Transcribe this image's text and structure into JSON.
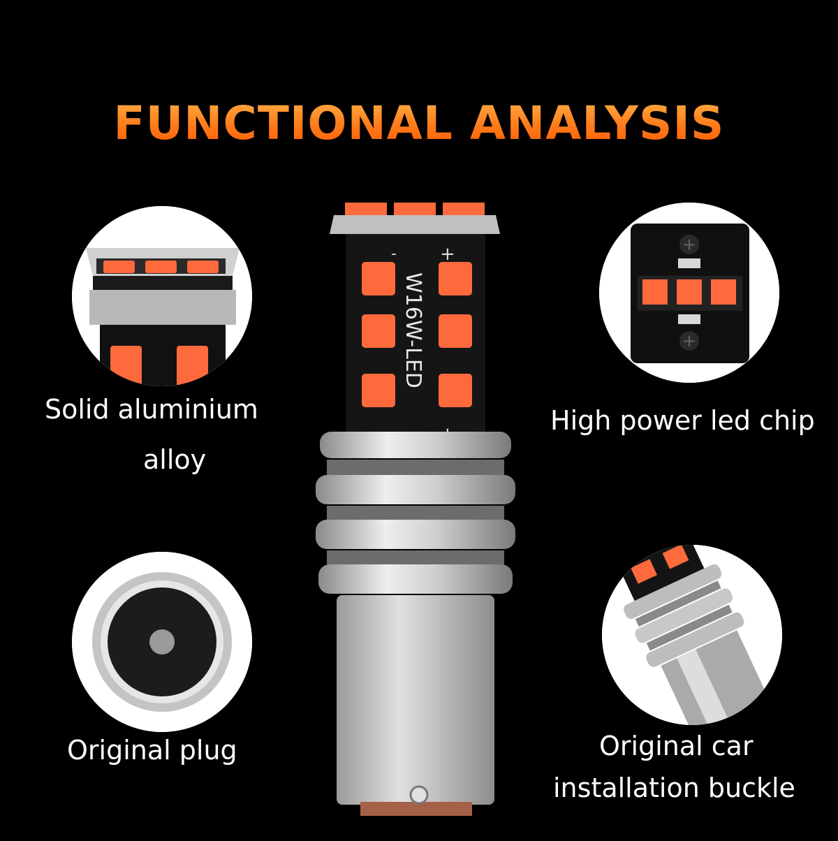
{
  "title": "FUNCTIONAL ANALYSIS",
  "colors": {
    "background": "#000000",
    "title_top": "#ffb347",
    "title_bottom": "#ff5a00",
    "led_chip": "#ff6a3d",
    "pcb": "#151515",
    "metal": "#c9c9c9"
  },
  "features": {
    "aluminium": {
      "line1": "Solid   aluminium",
      "line2": "alloy"
    },
    "chip": {
      "line1": "High power led chip"
    },
    "plug": {
      "line1": "Original plug"
    },
    "buckle": {
      "line1": "Original car",
      "line2": "installation buckle"
    }
  },
  "bulb": {
    "model": "W16W-LED",
    "plus": "+",
    "minus": "-"
  }
}
